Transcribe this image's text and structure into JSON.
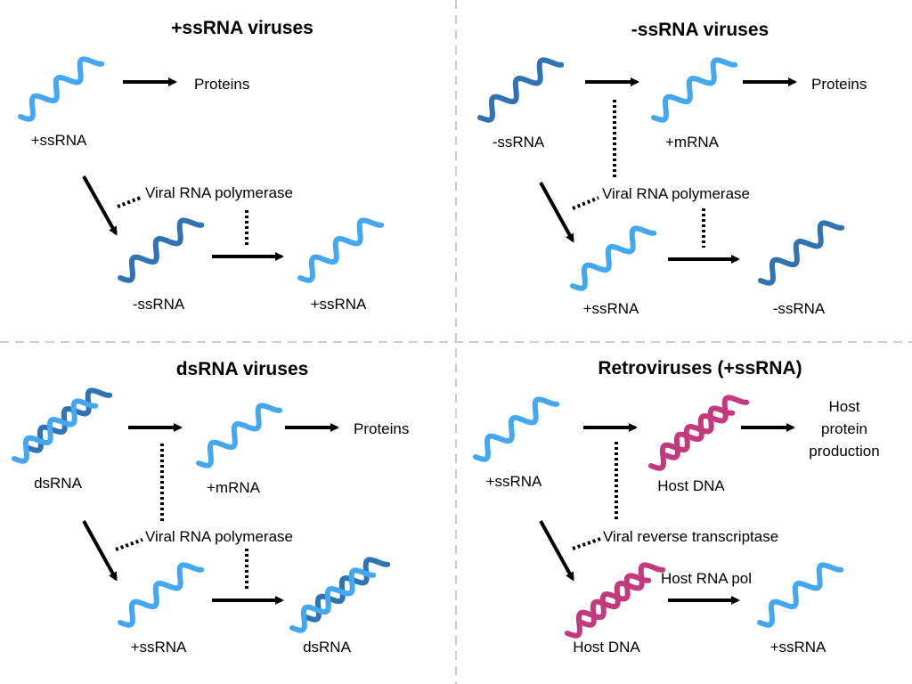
{
  "colors": {
    "light_rna": "#44a7f2",
    "dark_rna": "#2f73b3",
    "host_dna": "#c23a7c",
    "arrow": "#000000",
    "divider": "#cccccc"
  },
  "panels": {
    "plus_ss": {
      "title": "+ssRNA viruses",
      "input_label": "+ssRNA",
      "product_label": "Proteins",
      "enzyme_label": "Viral RNA polymerase",
      "intermediate_label": "-ssRNA",
      "output_label": "+ssRNA"
    },
    "minus_ss": {
      "title": "-ssRNA viruses",
      "input_label": "-ssRNA",
      "mrna_label": "+mRNA",
      "product_label": "Proteins",
      "enzyme_label": "Viral RNA polymerase",
      "intermediate_label": "+ssRNA",
      "output_label": "-ssRNA"
    },
    "ds": {
      "title": "dsRNA viruses",
      "input_label": "dsRNA",
      "mrna_label": "+mRNA",
      "product_label": "Proteins",
      "enzyme_label": "Viral RNA polymerase",
      "intermediate_label": "+ssRNA",
      "output_label": "dsRNA"
    },
    "retro": {
      "title": "Retroviruses (+ssRNA)",
      "input_label": "+ssRNA",
      "dna_label": "Host DNA",
      "product_line1": "Host",
      "product_line2": "protein",
      "product_line3": "production",
      "enzyme_label": "Viral reverse transcriptase",
      "intermediate_label": "Host DNA",
      "host_pol_label": "Host RNA pol",
      "output_label": "+ssRNA"
    }
  }
}
